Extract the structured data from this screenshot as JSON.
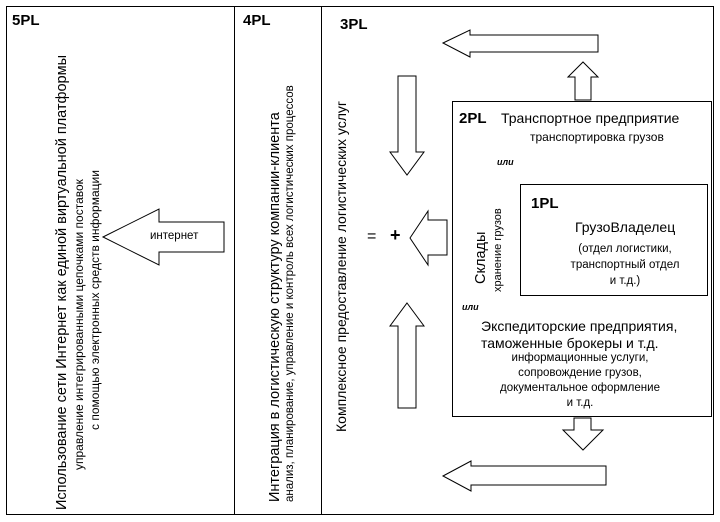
{
  "columns": {
    "pl5": {
      "label": "5PL",
      "main": "Использование сети Интернет как единой виртуальной платформы",
      "sub1": "управление интегрированными цепочками поставок",
      "sub2": "с помощью электронных средств информации",
      "arrow_label": "интернет"
    },
    "pl4": {
      "label": "4PL",
      "main": "Интеграция в логистическую структуру компании-клиента",
      "sub": "анализ, планирование, управление и контроль   всех логистических процессов"
    },
    "pl3": {
      "label": "3PL",
      "main": "Комплексное предоставление логистических услуг",
      "equals": "=",
      "plus": "+"
    }
  },
  "pl2": {
    "label": "2PL",
    "title": "Транспортное предприятие",
    "subtitle": "транспортировка грузов",
    "or1": "или",
    "warehouse": "Склады",
    "warehouse_sub": "хранение грузов",
    "or2": "или",
    "forwarders_line1": "Экспедиторские предприятия,",
    "forwarders_line2": "таможенные брокеры и т.д.",
    "services": [
      "информационные услуги,",
      "сопровождение грузов,",
      "документальное оформление",
      "и т.д."
    ]
  },
  "pl1": {
    "label": "1PL",
    "title": "ГрузоВладелец",
    "details": [
      "(отдел логистики,",
      "транспортный отдел",
      "и т.д.)"
    ]
  }
}
